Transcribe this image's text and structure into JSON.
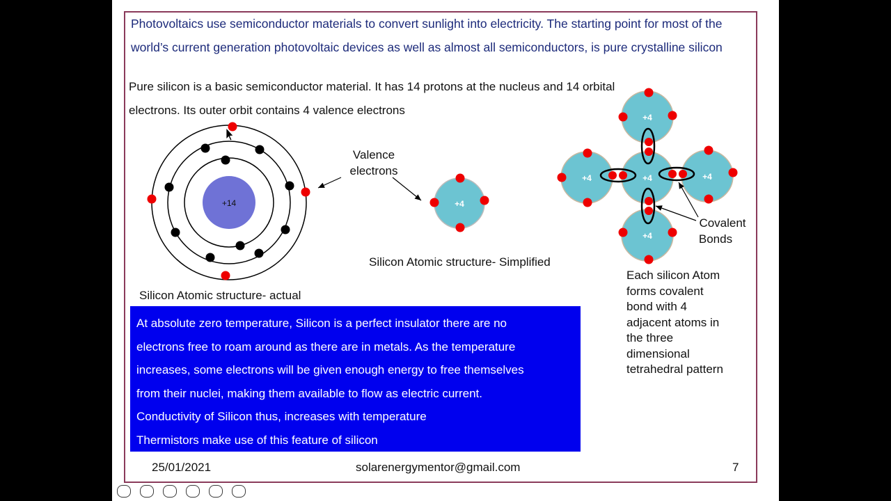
{
  "slide": {
    "intro": "Photovoltaics use semiconductor materials to convert sunlight into electricity. The starting point for most of the world’s current generation photovoltaic devices  as well as almost all semiconductors, is pure crystalline silicon",
    "pure_silicon": "Pure silicon is a basic semiconductor material. It has 14 protons at the nucleus and 14 orbital electrons. Its outer orbit contains 4 valence electrons",
    "valence_label_line1": "Valence",
    "valence_label_line2": "electrons",
    "nucleus_actual_label": "+14",
    "actual_caption": "Silicon Atomic structure- actual",
    "simplified_caption": "Silicon Atomic structure- Simplified",
    "core_label": "+4",
    "covalent_label_line1": "Covalent",
    "covalent_label_line2": "Bonds",
    "lattice_caption": [
      "Each silicon Atom",
      "forms covalent",
      "bond with 4",
      "adjacent atoms in",
      "the three",
      "dimensional",
      "tetrahedral pattern"
    ],
    "blue_box": [
      "At absolute zero temperature, Silicon is a perfect insulator there are no",
      "electrons free to roam around as there are in metals. As the temperature",
      "increases, some electrons will be given enough energy to free themselves",
      "from their nuclei, making them available to flow as electric current.",
      "Conductivity of Silicon thus, increases with temperature",
      "Thermistors make use of this feature of silicon"
    ],
    "footer_date": "25/01/2021",
    "footer_email": "solarenergymentor@gmail.com",
    "footer_page": "7"
  },
  "colors": {
    "intro_text": "#1c2a7a",
    "frame": "#8a3a5a",
    "nucleus": "#6f72d6",
    "atom_core": "#6cc4d2",
    "electron": "#ee0000",
    "inner_electron": "#000000",
    "blue_box": "#0000ee"
  },
  "icons": [
    "pointer-cursor-icon"
  ]
}
